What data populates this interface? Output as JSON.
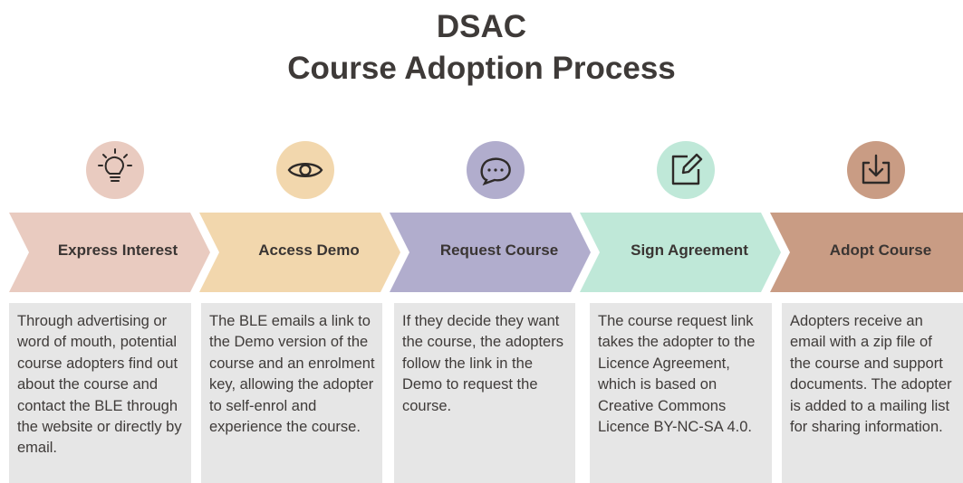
{
  "header": {
    "line1": "DSAC",
    "line2": "Course Adoption Process"
  },
  "colors": {
    "step1": "#e9cbc0",
    "step2": "#f2d7ad",
    "step3": "#b1adcd",
    "step4": "#bfe8d8",
    "step5": "#c99c84"
  },
  "steps": [
    {
      "label": "Express Interest",
      "icon": "lightbulb-icon",
      "description": "Through advertising or word of mouth, potential course adopters find out about the course and contact the BLE through the website or directly by email."
    },
    {
      "label": "Access Demo",
      "icon": "eye-icon",
      "description": "The BLE emails a link to the Demo version of the course and an enrolment key, allowing the adopter to self-enrol and experience the course."
    },
    {
      "label": "Request Course",
      "icon": "chat-bubble-icon",
      "description": "If they decide they want the course, the adopters follow the link in the Demo to request the course."
    },
    {
      "label": "Sign Agreement",
      "icon": "edit-document-icon",
      "description": "The course request link takes the adopter to the Licence Agreement, which is based on Creative Commons Licence BY-NC-SA 4.0."
    },
    {
      "label": "Adopt Course",
      "icon": "download-icon",
      "description": "Adopters receive an email with a zip file of the course and support documents. The adopter is added to a mailing list for sharing information."
    }
  ]
}
